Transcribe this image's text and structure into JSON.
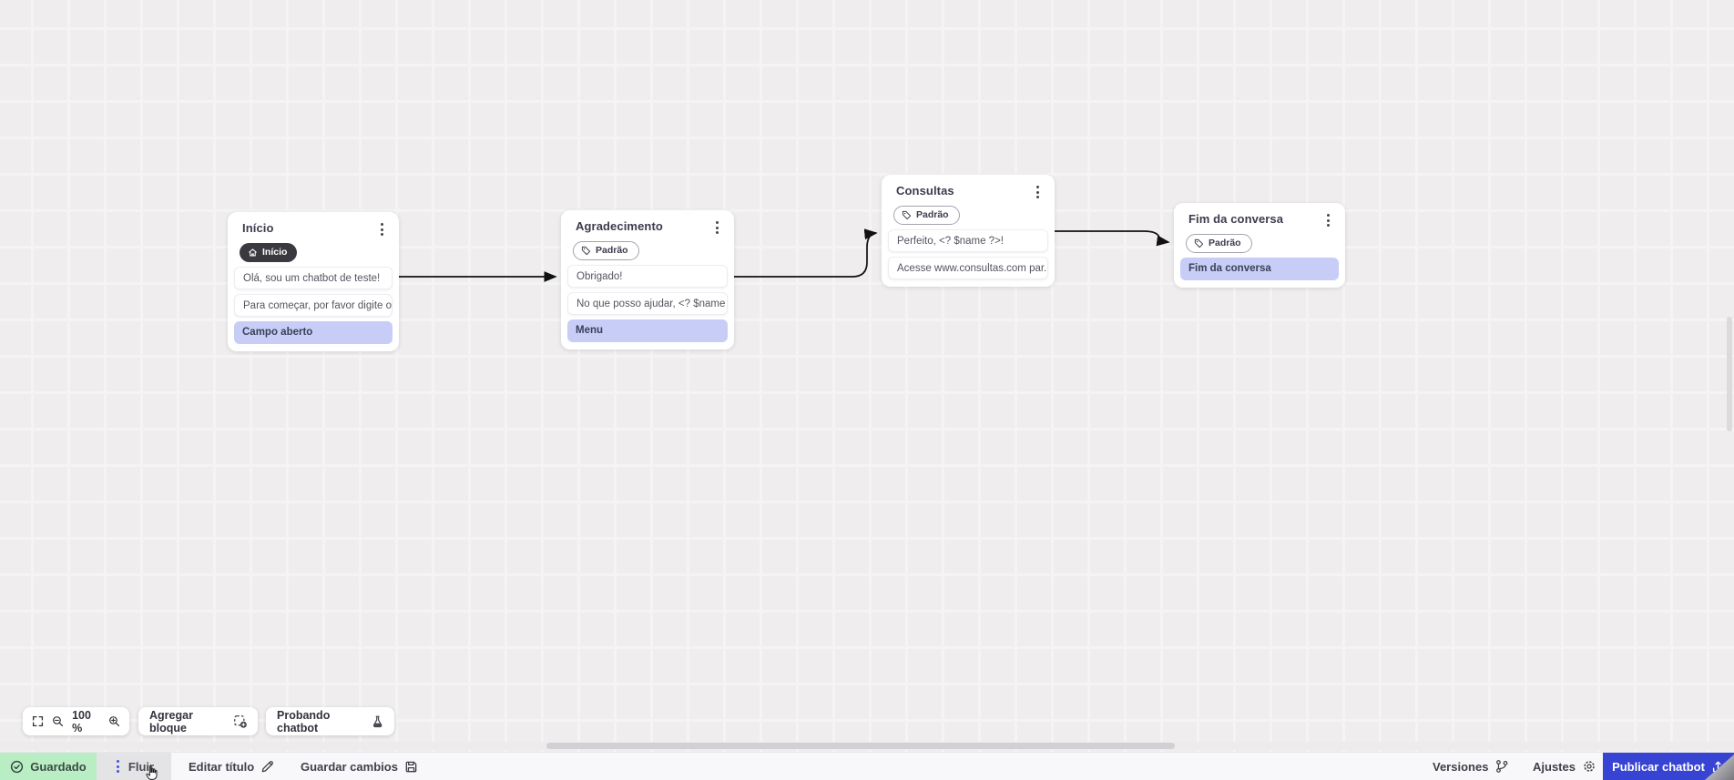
{
  "canvas": {
    "nodes": [
      {
        "title": "Início",
        "badge": {
          "label": "Início",
          "icon": "home-icon",
          "style": "dark"
        },
        "messages": [
          "Olá, sou um chatbot de teste!",
          "Para começar, por favor digite o ..."
        ],
        "action": "Campo aberto"
      },
      {
        "title": "Agradecimento",
        "badge": {
          "label": "Padrão",
          "icon": "tag-icon",
          "style": "outline"
        },
        "messages": [
          "Obrigado!",
          "No que posso ajudar, <? $name ..."
        ],
        "action": "Menu"
      },
      {
        "title": "Consultas",
        "badge": {
          "label": "Padrão",
          "icon": "tag-icon",
          "style": "outline"
        },
        "messages": [
          "Perfeito, <? $name ?>!",
          "Acesse www.consultas.com par..."
        ]
      },
      {
        "title": "Fim da conversa",
        "badge": {
          "label": "Padrão",
          "icon": "tag-icon",
          "style": "outline"
        },
        "action": "Fim da conversa"
      }
    ],
    "toolbar": {
      "zoom_level": "100 %",
      "add_block": "Agregar bloque",
      "test_chatbot": "Probando chatbot"
    }
  },
  "statusbar": {
    "saved": "Guardado",
    "flow_tab": "Fluir",
    "edit_title": "Editar título",
    "save_changes": "Guardar cambios",
    "versions": "Versiones",
    "settings": "Ajustes",
    "publish": "Publicar chatbot"
  },
  "colors": {
    "canvas_bg": "#efedee",
    "highlight_row": "#c7cdf6",
    "dark_badge": "#39393f",
    "saved_chip": "#b9edc3",
    "publish_button": "#3743d3",
    "flow_tab_dots": "#4653d8",
    "wire": "#111111"
  }
}
